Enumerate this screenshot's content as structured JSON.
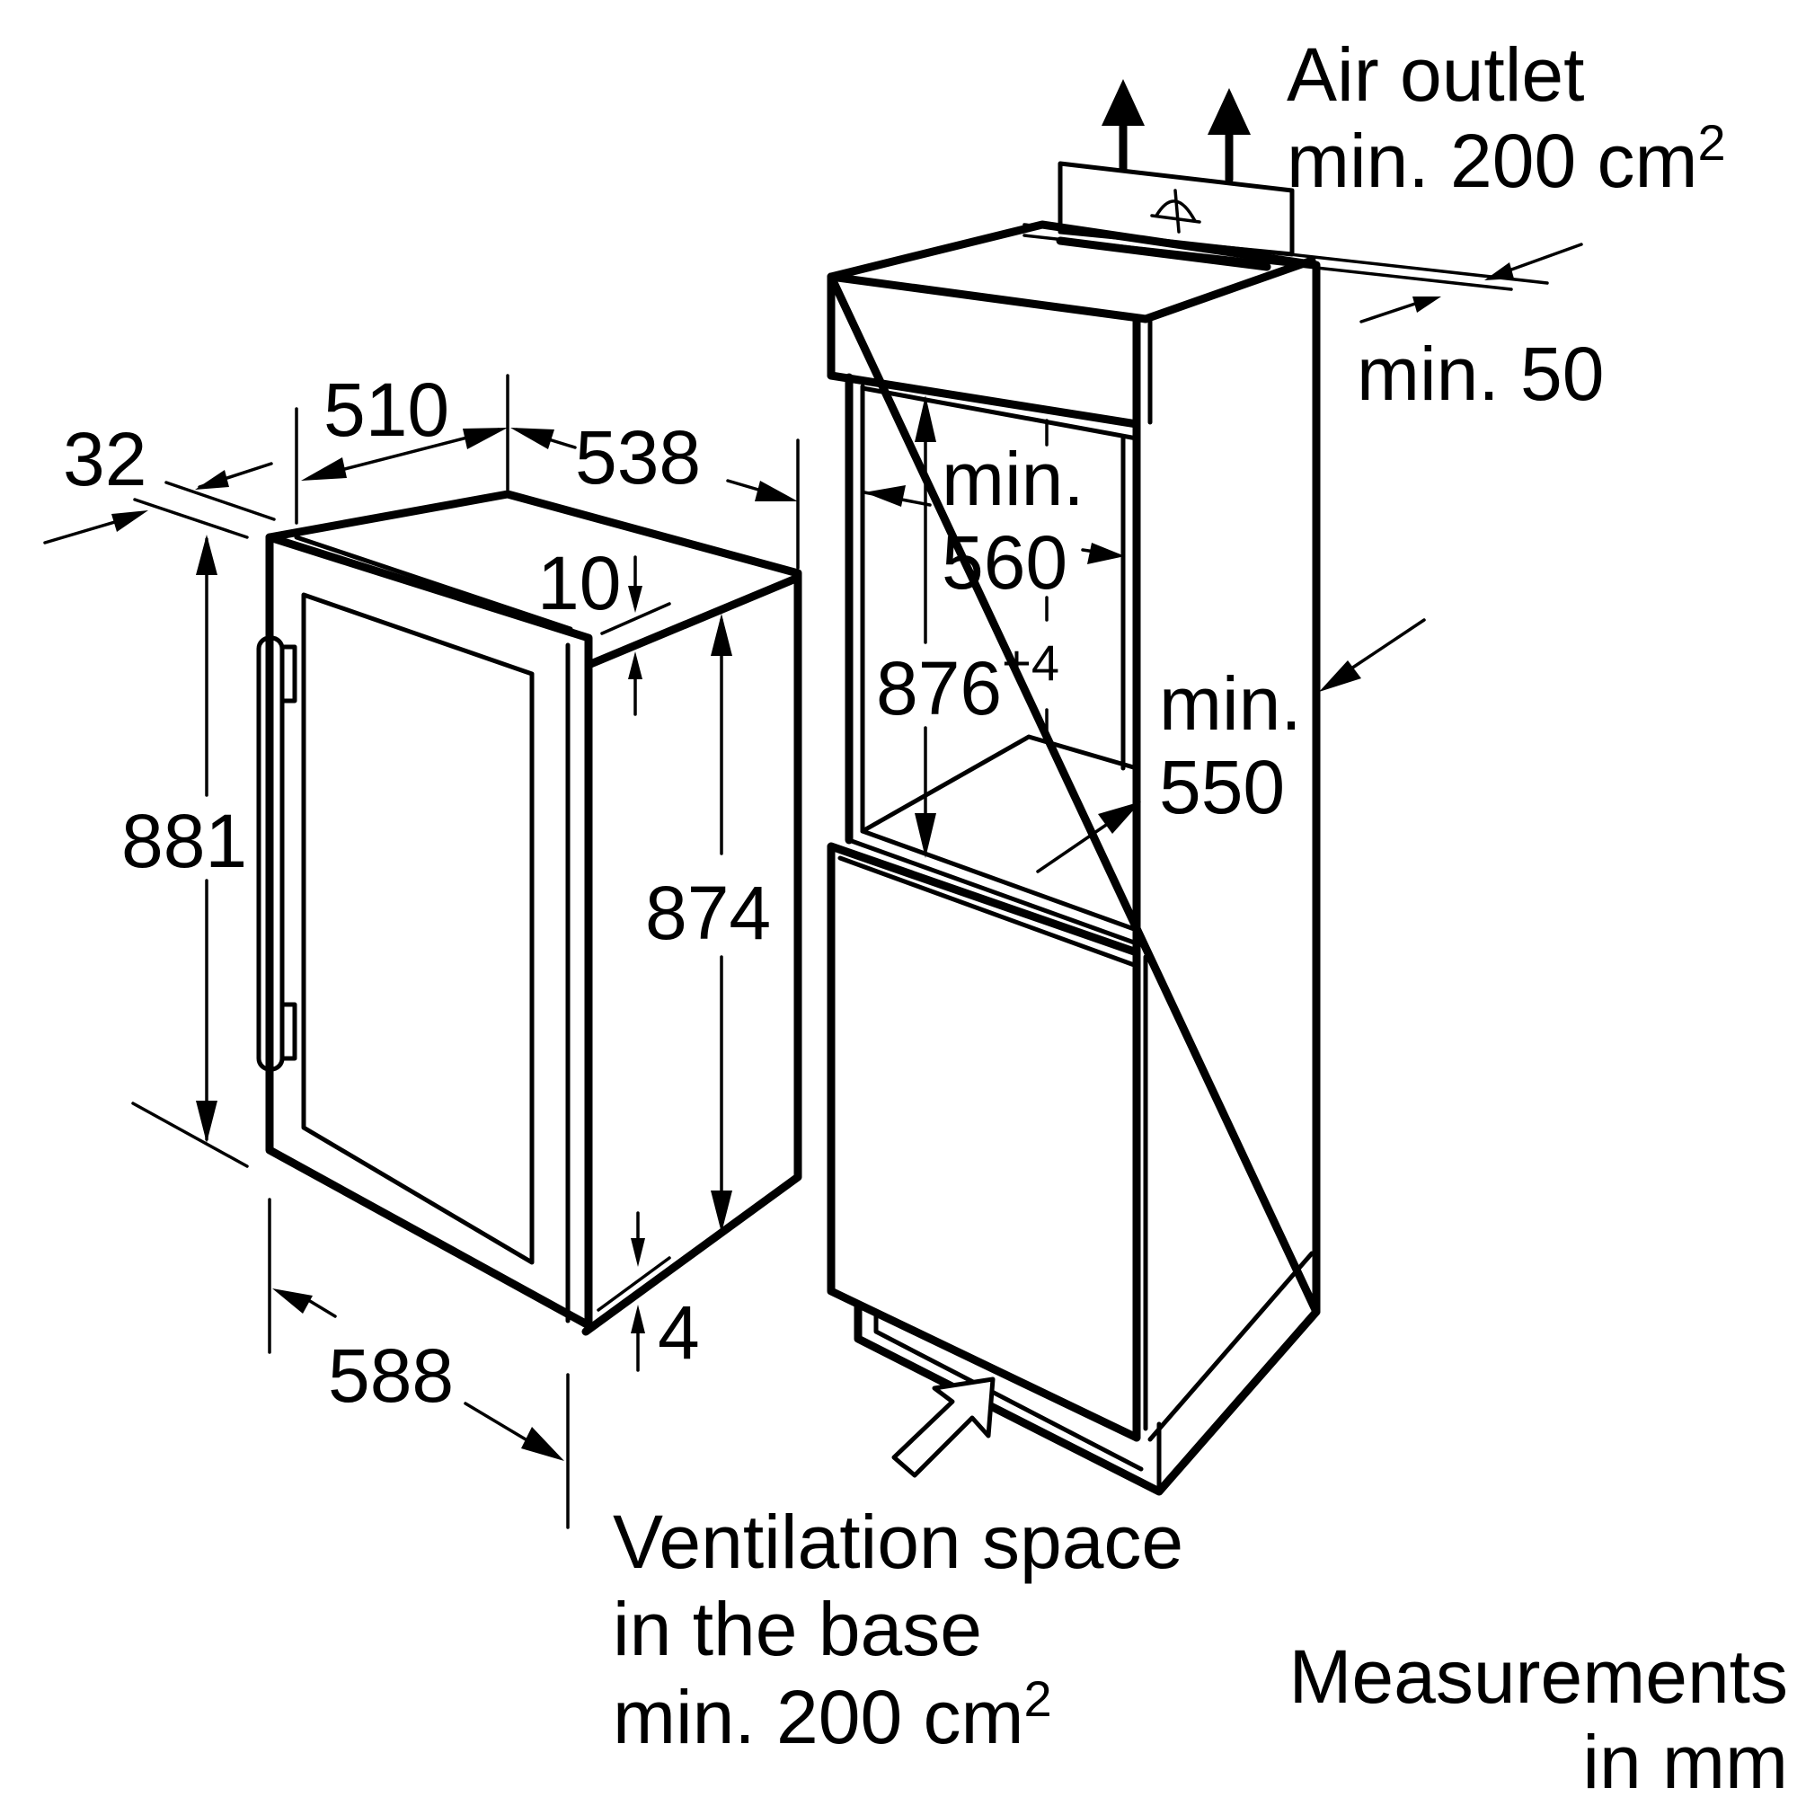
{
  "labels": {
    "air_outlet_line1": "Air outlet",
    "air_outlet_line2": "min. 200 cm",
    "air_outlet_sup": "2",
    "min_50": "min. 50",
    "min_560_line1": "min.",
    "min_560_line2": "560",
    "niche_height": "876",
    "niche_height_sup": "+4",
    "min_550_line1": "min.",
    "min_550_line2": "550",
    "vent_line1": "Ventilation space",
    "vent_line2": "in the base",
    "vent_line3": "min. 200 cm",
    "vent_sup": "2",
    "meas_line1": "Measurements",
    "meas_line2": "in mm"
  },
  "dimensions": {
    "d32": "32",
    "d510": "510",
    "d538": "538",
    "d10": "10",
    "d881": "881",
    "d874": "874",
    "d4": "4",
    "d588": "588"
  }
}
